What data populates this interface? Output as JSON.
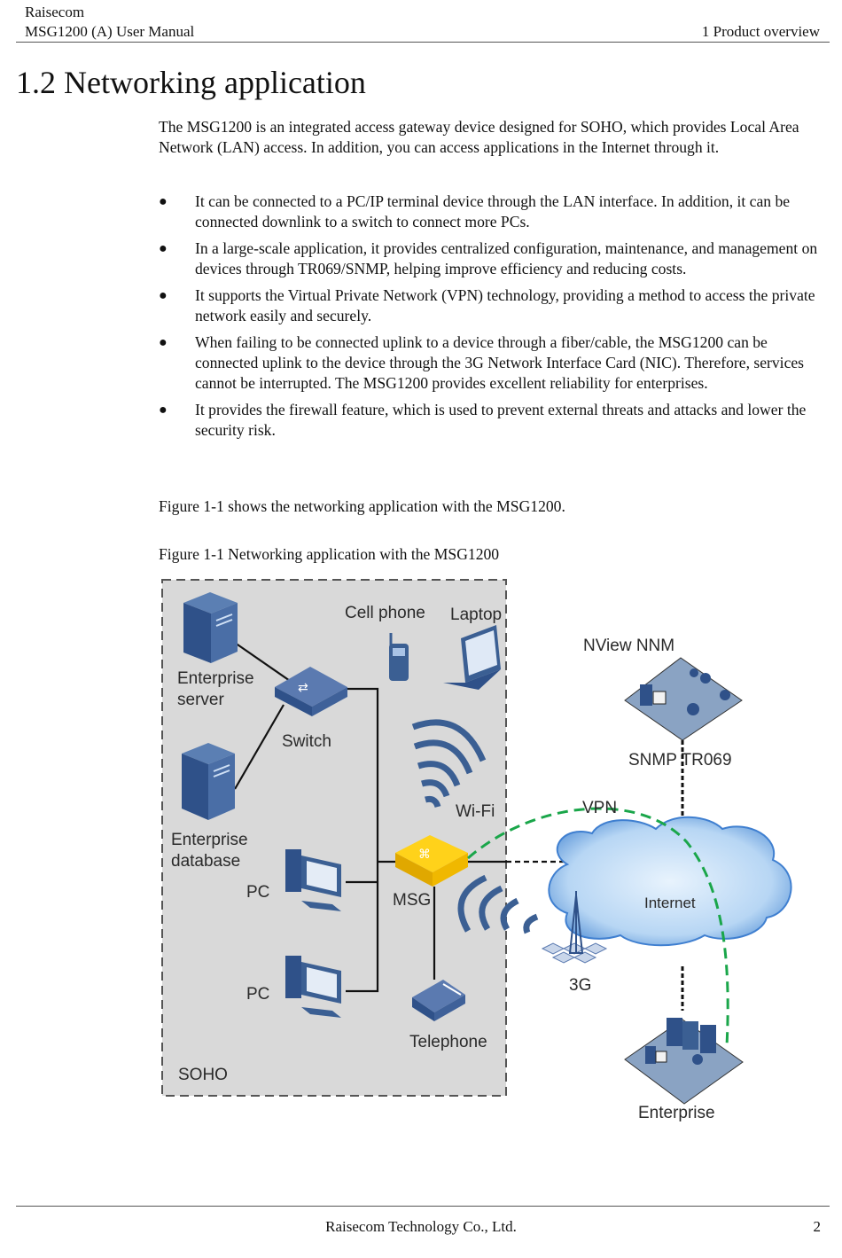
{
  "header": {
    "company": "Raisecom",
    "manual_title": "MSG1200 (A) User Manual",
    "chapter": "1 Product overview"
  },
  "section": {
    "title": "1.2 Networking application",
    "intro": "The MSG1200 is an integrated access gateway device designed for SOHO, which provides Local Area Network (LAN) access. In addition, you can access applications in the Internet through it.",
    "bullets": [
      "It can be connected to a PC/IP terminal device through the LAN interface. In addition, it can be connected downlink to a switch to connect more PCs.",
      "In a large-scale application, it provides centralized configuration, maintenance, and management on devices through TR069/SNMP, helping improve efficiency and reducing costs.",
      "It supports the Virtual Private Network (VPN) technology, providing a method to access the private network easily and securely.",
      "When failing to be connected uplink to a device through a fiber/cable, the MSG1200 can be connected uplink to the device through the 3G Network Interface Card (NIC). Therefore, services cannot be interrupted. The MSG1200 provides excellent reliability for enterprises.",
      "It provides the firewall feature, which is used to prevent external threats and attacks and lower the security risk."
    ],
    "figure_reference": "Figure 1-1 shows the networking application with the MSG1200.",
    "figure_caption": "Figure 1-1 Networking application with the MSG1200"
  },
  "figure": {
    "labels": {
      "enterprise_server": [
        "Enterprise",
        "server"
      ],
      "switch": "Switch",
      "enterprise_database": [
        "Enterprise",
        "database"
      ],
      "cell_phone": "Cell phone",
      "laptop": "Laptop",
      "wifi": "Wi-Fi",
      "msg": "MSG",
      "pc1": "PC",
      "pc2": "PC",
      "telephone": "Telephone",
      "soho": "SOHO",
      "nview": "NView NNM",
      "snmp": "SNMP TR069",
      "vpn": "VPN",
      "internet": "Internet",
      "3g": "3G",
      "enterprise": "Enterprise"
    },
    "colors": {
      "device_blue": "#3b5f93",
      "msg_yellow": "#f5c400",
      "vpn_green": "#1aa64a",
      "cloud": "#a9cdf2",
      "soho_bg": "#d9d9d9"
    }
  },
  "footer": {
    "company": "Raisecom Technology Co., Ltd.",
    "page_number": "2"
  }
}
